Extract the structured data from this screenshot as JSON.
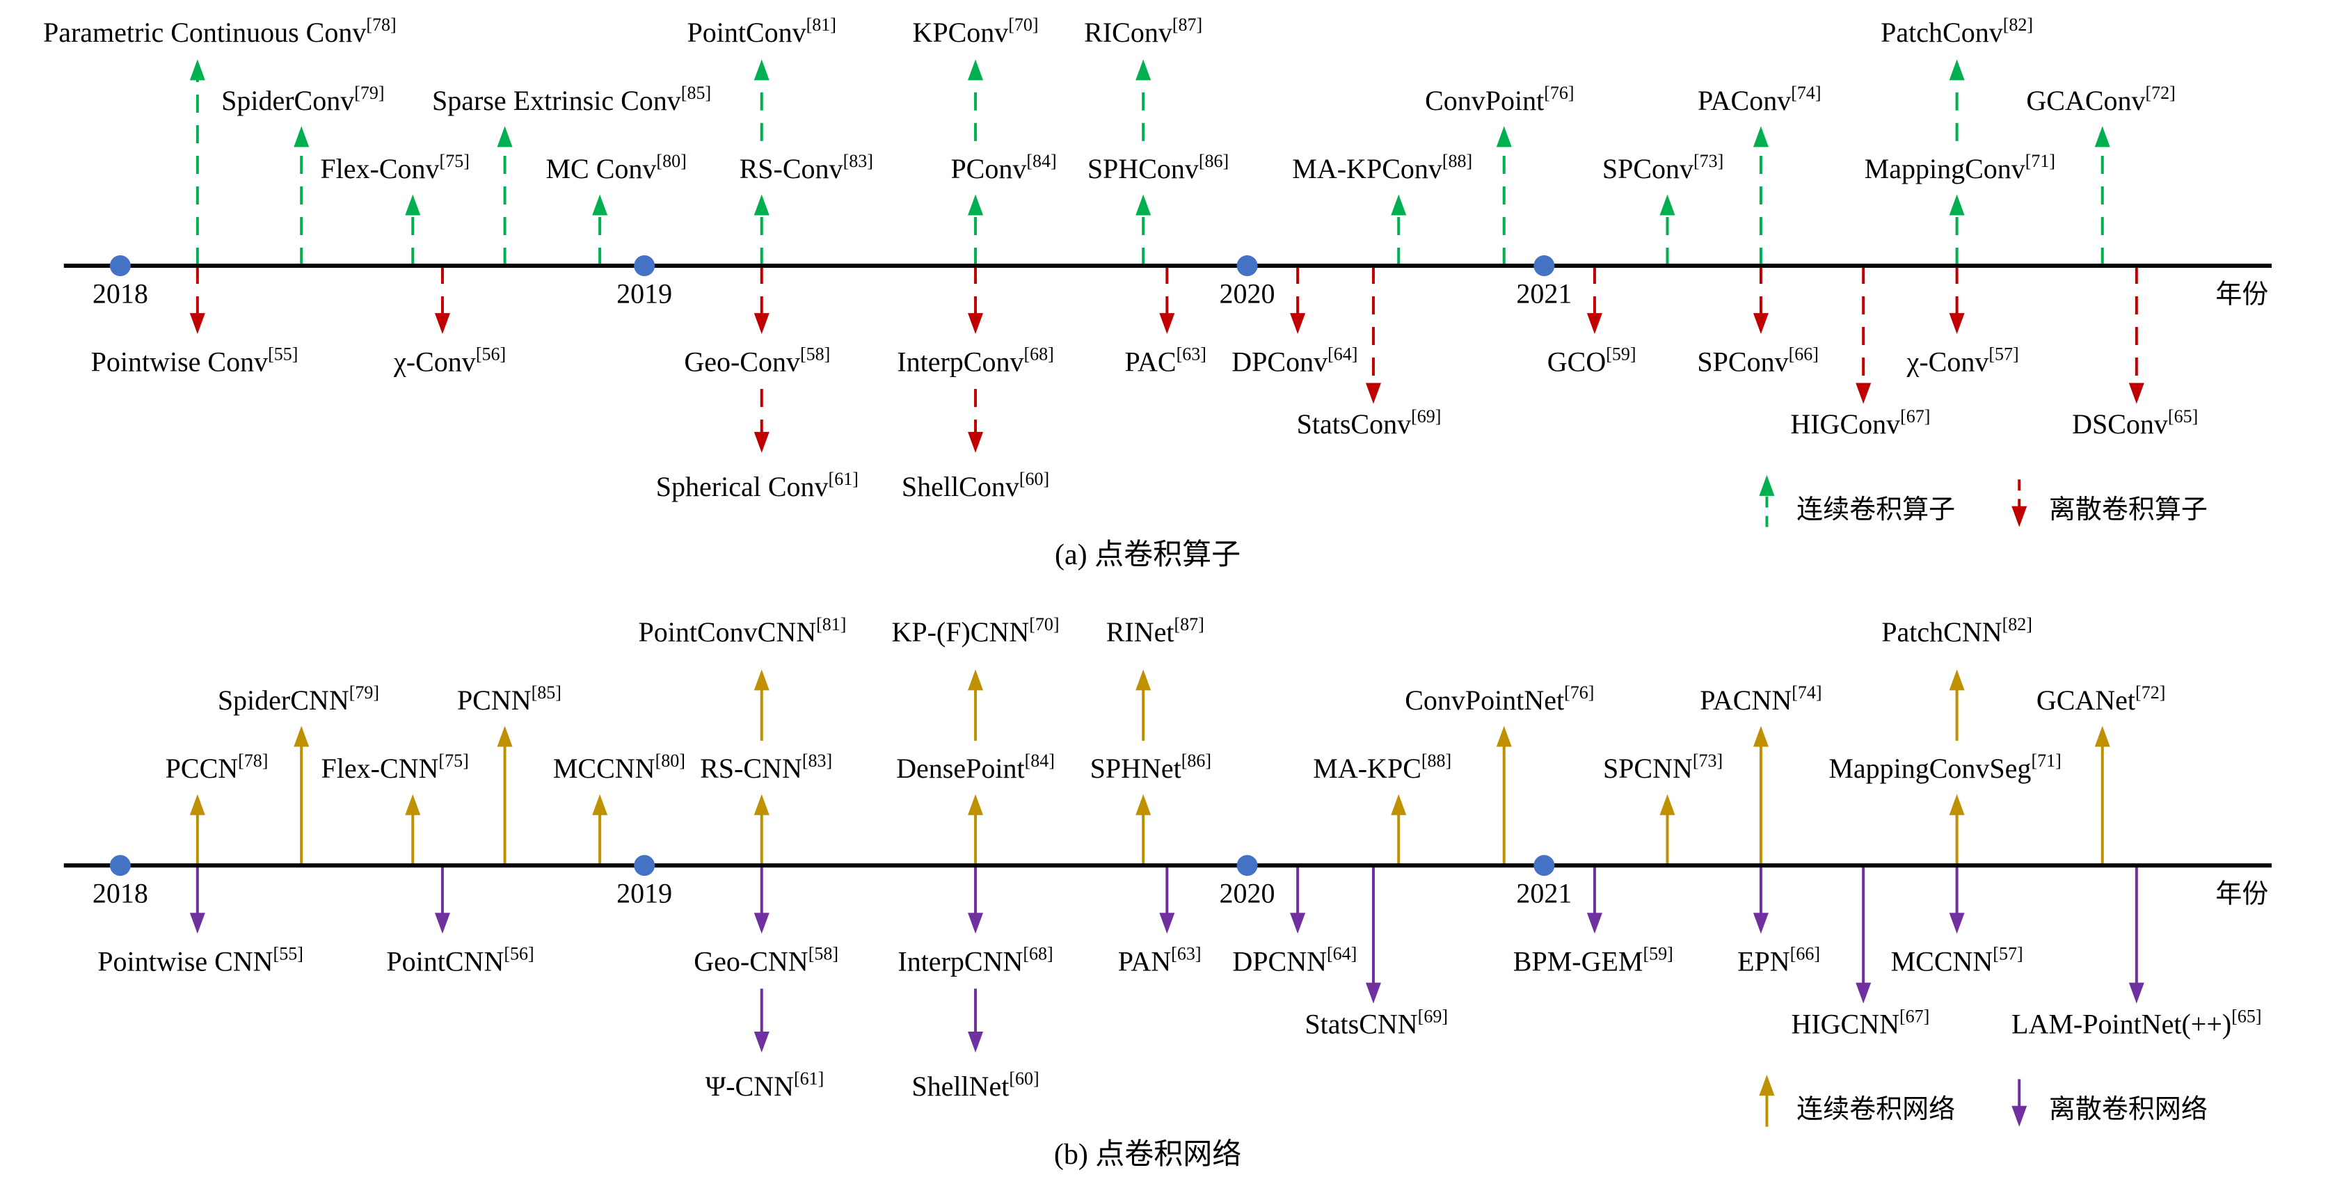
{
  "colors": {
    "axis": "#000000",
    "year_dot": "#4472C4",
    "operator_continuous": "#00B050",
    "operator_discrete": "#C00000",
    "network_continuous": "#BF9000",
    "network_discrete": "#7030A0"
  },
  "panels": [
    {
      "id": "a",
      "caption": "(a)  点卷积算子",
      "axis_label": "年份",
      "years": [
        "2018",
        "2019",
        "2020",
        "2021"
      ],
      "line_style": "dashed",
      "legend": {
        "continuous": "连续卷积算子",
        "discrete": "离散卷积算子"
      },
      "continuous": [
        {
          "name": "Parametric Continuous Conv",
          "ref": "[78]",
          "tier": 3
        },
        {
          "name": "SpiderConv",
          "ref": "[79]",
          "tier": 2
        },
        {
          "name": "Flex-Conv",
          "ref": "[75]",
          "tier": 1
        },
        {
          "name": "Sparse Extrinsic Conv",
          "ref": "[85]",
          "tier": 2
        },
        {
          "name": "MC Conv",
          "ref": "[80]",
          "tier": 1
        },
        {
          "name": "RS-Conv",
          "ref": "[83]",
          "tier": 1
        },
        {
          "name": "PointConv",
          "ref": "[81]",
          "tier": 3
        },
        {
          "name": "PConv",
          "ref": "[84]",
          "tier": 1
        },
        {
          "name": "KPConv",
          "ref": "[70]",
          "tier": 3
        },
        {
          "name": "SPHConv",
          "ref": "[86]",
          "tier": 1
        },
        {
          "name": "RIConv",
          "ref": "[87]",
          "tier": 3
        },
        {
          "name": "MA-KPConv",
          "ref": "[88]",
          "tier": 1
        },
        {
          "name": "ConvPoint",
          "ref": "[76]",
          "tier": 2
        },
        {
          "name": "SPConv",
          "ref": "[73]",
          "tier": 1
        },
        {
          "name": "PAConv",
          "ref": "[74]",
          "tier": 2
        },
        {
          "name": "MappingConv",
          "ref": "[71]",
          "tier": 1
        },
        {
          "name": "PatchConv",
          "ref": "[82]",
          "tier": 3
        },
        {
          "name": "GCAConv",
          "ref": "[72]",
          "tier": 2
        }
      ],
      "discrete": [
        {
          "name": "Pointwise Conv",
          "ref": "[55]",
          "tier": 1
        },
        {
          "name": "χ-Conv",
          "ref": "[56]",
          "tier": 1
        },
        {
          "name": "Geo-Conv",
          "ref": "[58]",
          "tier": 1
        },
        {
          "name": "Spherical Conv",
          "ref": "[61]",
          "tier": 3
        },
        {
          "name": "InterpConv",
          "ref": "[68]",
          "tier": 1
        },
        {
          "name": "ShellConv",
          "ref": "[60]",
          "tier": 3
        },
        {
          "name": "PAC",
          "ref": "[63]",
          "tier": 1
        },
        {
          "name": "DPConv",
          "ref": "[64]",
          "tier": 1
        },
        {
          "name": "StatsConv",
          "ref": "[69]",
          "tier": 2
        },
        {
          "name": "GCO",
          "ref": "[59]",
          "tier": 1
        },
        {
          "name": "SPConv",
          "ref": "[66]",
          "tier": 1
        },
        {
          "name": "HIGConv",
          "ref": "[67]",
          "tier": 2
        },
        {
          "name": "χ-Conv",
          "ref": "[57]",
          "tier": 1
        },
        {
          "name": "DSConv",
          "ref": "[65]",
          "tier": 2
        }
      ]
    },
    {
      "id": "b",
      "caption": "(b)  点卷积网络",
      "axis_label": "年份",
      "years": [
        "2018",
        "2019",
        "2020",
        "2021"
      ],
      "line_style": "solid",
      "legend": {
        "continuous": "连续卷积网络",
        "discrete": "离散卷积网络"
      },
      "continuous": [
        {
          "name": "PCCN",
          "ref": "[78]",
          "tier": 1
        },
        {
          "name": "SpiderCNN",
          "ref": "[79]",
          "tier": 2
        },
        {
          "name": "Flex-CNN",
          "ref": "[75]",
          "tier": 1
        },
        {
          "name": "PCNN",
          "ref": "[85]",
          "tier": 2
        },
        {
          "name": "MCCNN",
          "ref": "[80]",
          "tier": 1
        },
        {
          "name": "RS-CNN",
          "ref": "[83]",
          "tier": 1
        },
        {
          "name": "PointConvCNN",
          "ref": "[81]",
          "tier": 3
        },
        {
          "name": "DensePoint",
          "ref": "[84]",
          "tier": 1
        },
        {
          "name": "KP-(F)CNN",
          "ref": "[70]",
          "tier": 3
        },
        {
          "name": "SPHNet",
          "ref": "[86]",
          "tier": 1
        },
        {
          "name": "RINet",
          "ref": "[87]",
          "tier": 3
        },
        {
          "name": "MA-KPC",
          "ref": "[88]",
          "tier": 1
        },
        {
          "name": "ConvPointNet",
          "ref": "[76]",
          "tier": 2
        },
        {
          "name": "SPCNN",
          "ref": "[73]",
          "tier": 1
        },
        {
          "name": "PACNN",
          "ref": "[74]",
          "tier": 2
        },
        {
          "name": "MappingConvSeg",
          "ref": "[71]",
          "tier": 1
        },
        {
          "name": "PatchCNN",
          "ref": "[82]",
          "tier": 3
        },
        {
          "name": "GCANet",
          "ref": "[72]",
          "tier": 2
        }
      ],
      "discrete": [
        {
          "name": "Pointwise CNN",
          "ref": "[55]",
          "tier": 1
        },
        {
          "name": "PointCNN",
          "ref": "[56]",
          "tier": 1
        },
        {
          "name": "Geo-CNN",
          "ref": "[58]",
          "tier": 1
        },
        {
          "name": "Ψ-CNN",
          "ref": "[61]",
          "tier": 3
        },
        {
          "name": "InterpCNN",
          "ref": "[68]",
          "tier": 1
        },
        {
          "name": "ShellNet",
          "ref": "[60]",
          "tier": 3
        },
        {
          "name": "PAN",
          "ref": "[63]",
          "tier": 1
        },
        {
          "name": "DPCNN",
          "ref": "[64]",
          "tier": 1
        },
        {
          "name": "StatsCNN",
          "ref": "[69]",
          "tier": 2
        },
        {
          "name": "BPM-GEM",
          "ref": "[59]",
          "tier": 1
        },
        {
          "name": "EPN",
          "ref": "[66]",
          "tier": 1
        },
        {
          "name": "HIGCNN",
          "ref": "[67]",
          "tier": 2
        },
        {
          "name": "MCCNN",
          "ref": "[57]",
          "tier": 1
        },
        {
          "name": "LAM-PointNet(++)",
          "ref": "[65]",
          "tier": 2
        }
      ]
    }
  ]
}
